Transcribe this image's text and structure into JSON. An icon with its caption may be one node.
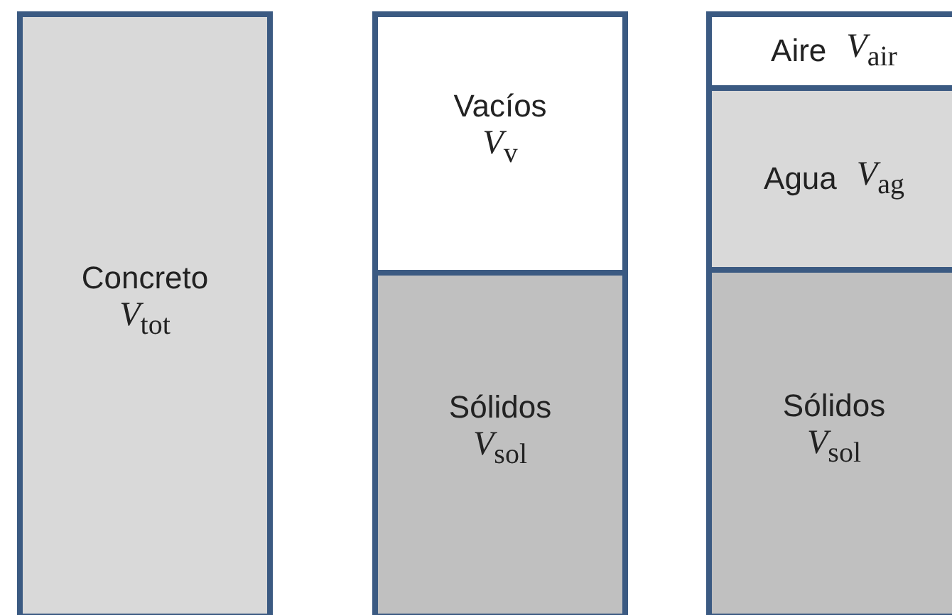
{
  "diagram": {
    "nodes": [
      {
        "text": [
          "Concreto",
          "*V*$_{tot}$"
        ]
      },
      {
        "text": [
          "Vacíos",
          "*V*$_{v}$"
        ]
      },
      {
        "text": [
          "Sólidos",
          "*V*$_{sol}$"
        ]
      },
      {
        "text": [
          "Aire",
          "*V*$_{air}$"
        ]
      },
      {
        "text": [
          "Agua",
          "*V*$_{ag}$"
        ]
      },
      {
        "text": [
          "Sólidos",
          "*V*$_{sol}$"
        ]
      }
    ]
  }
}
